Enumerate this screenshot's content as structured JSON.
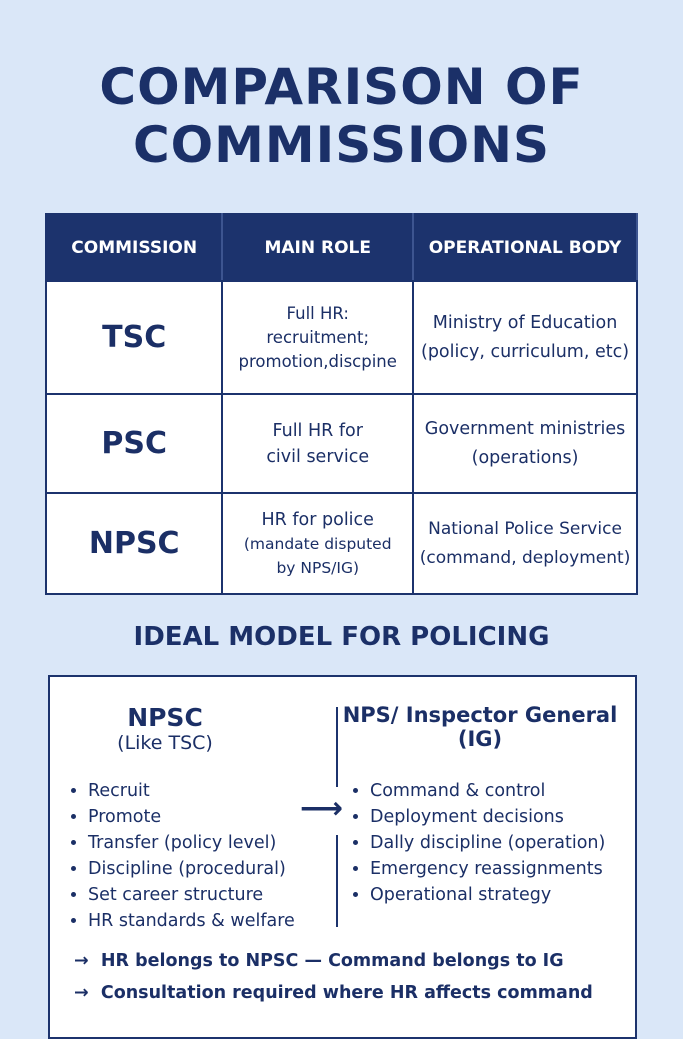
{
  "title": "COMPARISON OF COMMISSIONS",
  "table": {
    "headers": [
      "COMMISSION",
      "MAIN ROLE",
      "OPERATIONAL BODY"
    ],
    "rows": [
      {
        "commission": "TSC",
        "role": [
          "Full HR:",
          "recruitment;",
          "promotion,discpine"
        ],
        "body": [
          "Ministry of Education",
          "(policy, curriculum, etc)"
        ]
      },
      {
        "commission": "PSC",
        "role": [
          "Full HR for",
          "civil service"
        ],
        "body": [
          "Government ministries",
          "(operations)"
        ]
      },
      {
        "commission": "NPSC",
        "role": [
          "HR for police",
          "(mandate disputed",
          "by NPS/IG)"
        ],
        "body": [
          "National Police Service",
          "(command, deployment)"
        ]
      }
    ]
  },
  "model": {
    "title": "IDEAL MODEL FOR POLICING",
    "left": {
      "heading": "NPSC",
      "subheading": "(Like TSC)",
      "items": [
        "Recruit",
        "Promote",
        "Transfer (policy level)",
        "Discipline (procedural)",
        "Set career structure",
        "HR standards & welfare"
      ]
    },
    "right": {
      "heading": "NPS/ Inspector General",
      "subheading": "(IG)",
      "items": [
        "Command & control",
        "Deployment decisions",
        "Dally discipline (operation)",
        "Emergency reassignments",
        "Operational strategy"
      ]
    },
    "arrow_icon": "right-arrow-icon",
    "notes": [
      {
        "arrow": "→",
        "text": "HR belongs to NPSC — Command belongs to IG"
      },
      {
        "arrow": "→",
        "text": "Consultation required where HR affects command"
      }
    ]
  },
  "colors": {
    "background": "#dae7f8",
    "navy": "#1c336d"
  }
}
